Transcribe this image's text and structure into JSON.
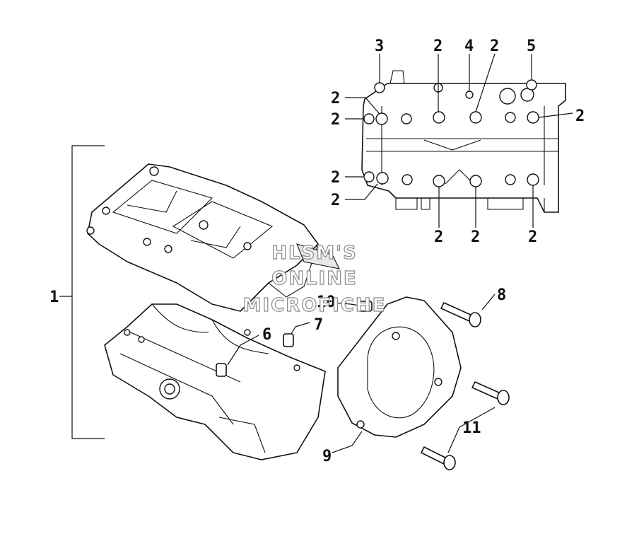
{
  "callouts": {
    "c1": "1",
    "c2_top_a": "2",
    "c2_top_b": "2",
    "c2_left_a": "2",
    "c2_left_b": "2",
    "c2_left_c": "2",
    "c2_left_d": "2",
    "c2_right": "2",
    "c2_bottom_a": "2",
    "c2_bottom_b": "2",
    "c2_bottom_c": "2",
    "c3": "3",
    "c4": "4",
    "c5": "5",
    "c6": "6",
    "c7": "7",
    "c8": "8",
    "c9": "9",
    "c10": "10",
    "c11": "11"
  },
  "watermark": {
    "line1": "HLSM'S",
    "line2": "ONLINE",
    "line3": "MICROFICHE"
  }
}
